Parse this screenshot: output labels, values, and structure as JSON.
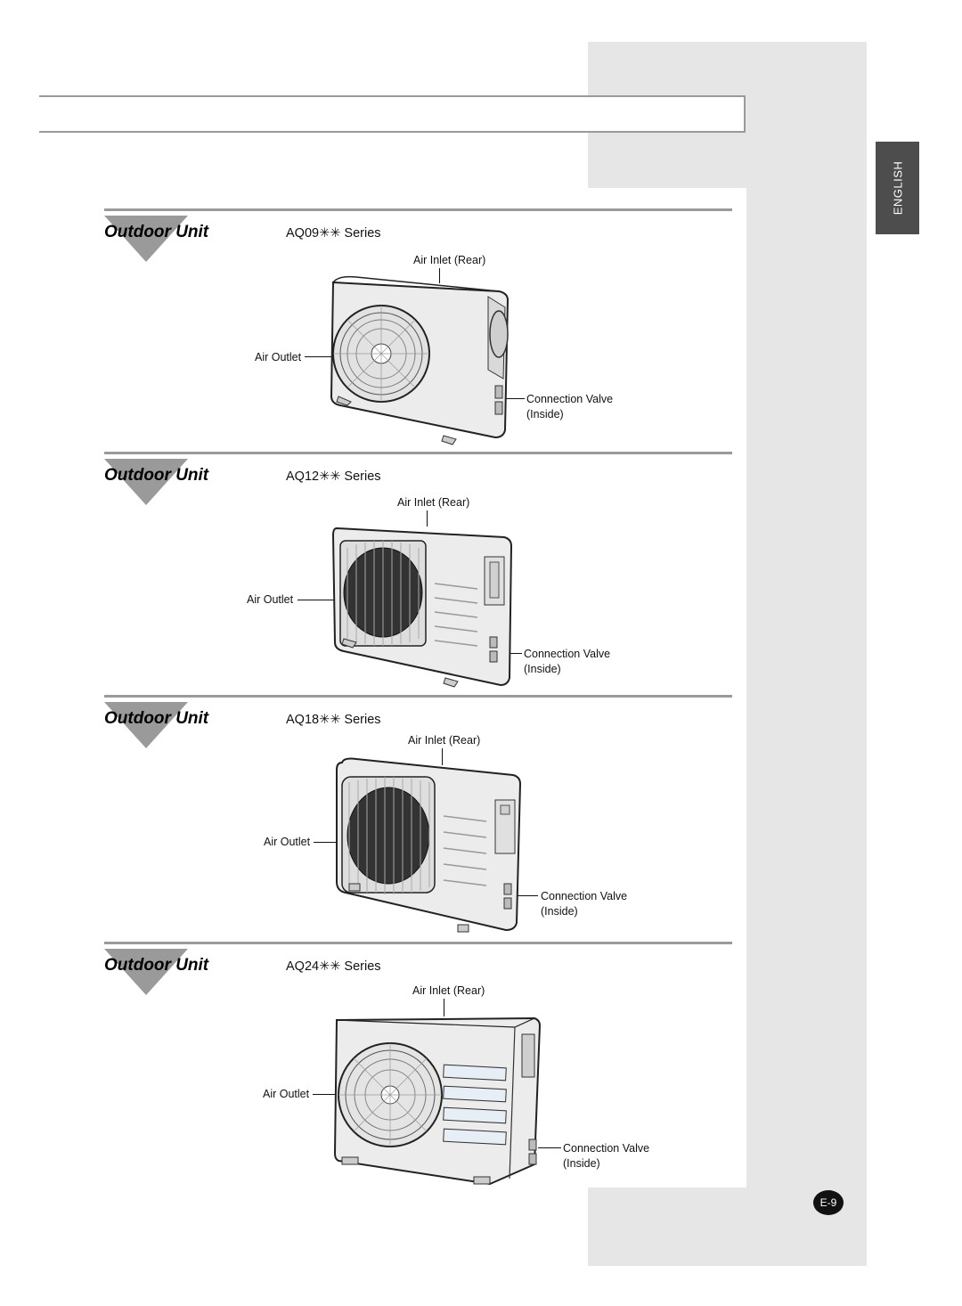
{
  "sidebar": {
    "language_tab": "ENGLISH"
  },
  "sections": [
    {
      "heading": "Outdoor Unit",
      "series": "AQ09✳✳ Series",
      "air_inlet": "Air Inlet (Rear)",
      "air_outlet": "Air Outlet",
      "valve": "Connection Valve",
      "valve_note": "(Inside)"
    },
    {
      "heading": "Outdoor Unit",
      "series": "AQ12✳✳ Series",
      "air_inlet": "Air Inlet (Rear)",
      "air_outlet": "Air Outlet",
      "valve": "Connection Valve",
      "valve_note": "(Inside)"
    },
    {
      "heading": "Outdoor Unit",
      "series": "AQ18✳✳ Series",
      "air_inlet": "Air Inlet (Rear)",
      "air_outlet": "Air Outlet",
      "valve": "Connection Valve",
      "valve_note": "(Inside)"
    },
    {
      "heading": "Outdoor Unit",
      "series": "AQ24✳✳ Series",
      "air_inlet": "Air Inlet (Rear)",
      "air_outlet": "Air Outlet",
      "valve": "Connection Valve",
      "valve_note": "(Inside)"
    }
  ],
  "footer": {
    "page_number": "E-9"
  }
}
